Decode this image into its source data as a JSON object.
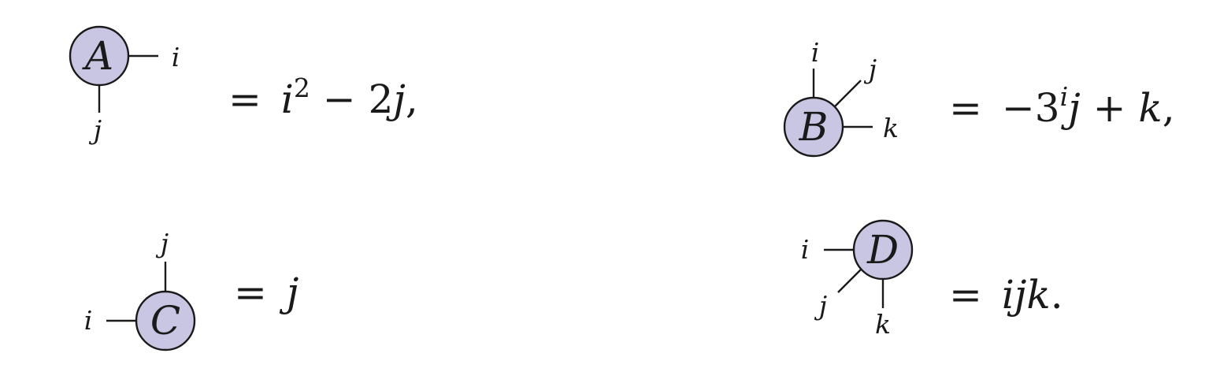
{
  "tensors": [
    {
      "id": "A",
      "label": "A",
      "indices": [
        "i",
        "j"
      ],
      "equation": {
        "eq": "=",
        "parts": [
          {
            "t": "i",
            "v": true
          },
          {
            "t": "2",
            "sup": true
          },
          {
            "t": " − 2"
          },
          {
            "t": "j",
            "v": true
          },
          {
            "t": ","
          }
        ]
      }
    },
    {
      "id": "B",
      "label": "B",
      "indices": [
        "i",
        "j",
        "k"
      ],
      "equation": {
        "eq": "=",
        "parts": [
          {
            "t": "−3"
          },
          {
            "t": "i",
            "v": true,
            "sup": true
          },
          {
            "t": "j",
            "v": true
          },
          {
            "t": " + "
          },
          {
            "t": "k",
            "v": true
          },
          {
            "t": ","
          }
        ]
      }
    },
    {
      "id": "C",
      "label": "C",
      "indices": [
        "i",
        "j"
      ],
      "equation": {
        "eq": "=",
        "parts": [
          {
            "t": "j",
            "v": true
          }
        ]
      }
    },
    {
      "id": "D",
      "label": "D",
      "indices": [
        "i",
        "j",
        "k"
      ],
      "equation": {
        "eq": "=",
        "parts": [
          {
            "t": "ijk",
            "v": true
          },
          {
            "t": "."
          }
        ]
      }
    }
  ],
  "colors": {
    "node_fill": "#c9c6e3",
    "stroke": "#1a1a1a"
  }
}
